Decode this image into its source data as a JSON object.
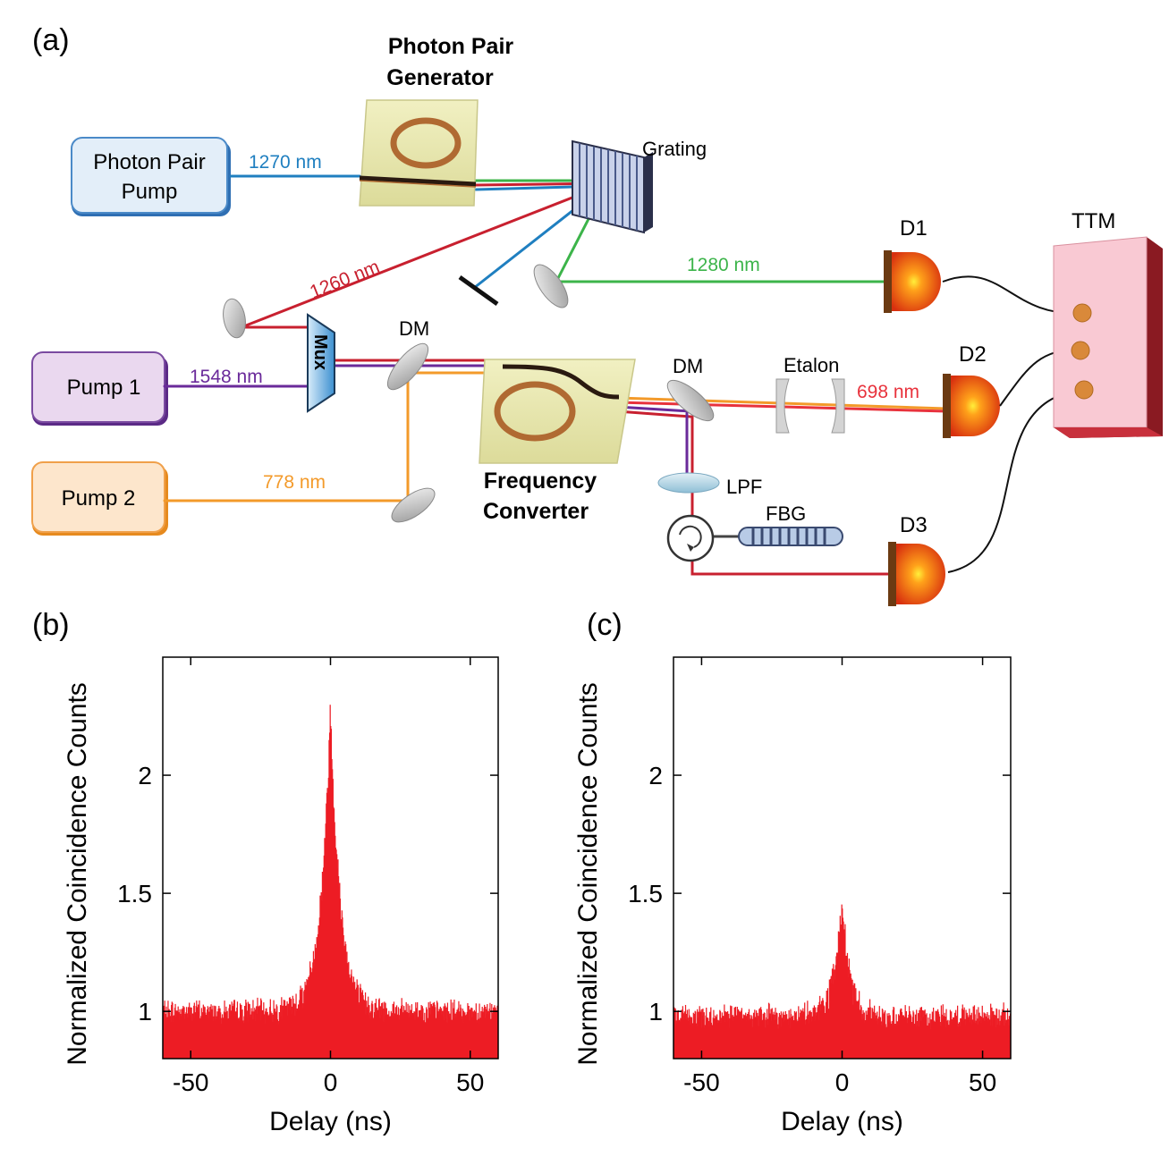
{
  "panel_labels": {
    "a": "(a)",
    "b": "(b)",
    "c": "(c)"
  },
  "diagram": {
    "photon_pair_generator": {
      "line1": "Photon Pair",
      "line2": "Generator"
    },
    "frequency_converter": {
      "line1": "Frequency",
      "line2": "Converter"
    },
    "photon_pair_pump": {
      "line1": "Photon Pair",
      "line2": "Pump"
    },
    "pump1": "Pump 1",
    "pump2": "Pump 2",
    "mux": "Mux",
    "grating": "Grating",
    "dm1": "DM",
    "dm2": "DM",
    "etalon": "Etalon",
    "lpf": "LPF",
    "fbg": "FBG",
    "ttm": "TTM",
    "d1": "D1",
    "d2": "D2",
    "d3": "D3",
    "wavelengths": {
      "w1270": "1270 nm",
      "w1260": "1260 nm",
      "w1280": "1280 nm",
      "w1548": "1548 nm",
      "w778": "778 nm",
      "w698": "698 nm"
    },
    "colors": {
      "blue": "#1f7fc0",
      "red": "#c8202f",
      "green": "#3cb44a",
      "purple": "#6a2a9a",
      "orange": "#f39a2a",
      "bright_red": "#e8323c"
    }
  },
  "chart_data": [
    {
      "type": "bar",
      "panel": "(b)",
      "xlabel": "Delay (ns)",
      "ylabel": "Normalized Coincidence Counts",
      "xlim": [
        -60,
        60
      ],
      "ylim": [
        0.8,
        2.5
      ],
      "xticks": [
        -50,
        0,
        50
      ],
      "xtick_labels": [
        "-50",
        "0",
        "50"
      ],
      "yticks": [
        1,
        1.5,
        2
      ],
      "ytick_labels": [
        "1",
        "1.5",
        "2"
      ],
      "baseline": 1.0,
      "peak_center": 0,
      "peak_value": 2.28,
      "peak_decay_ns": 3.5,
      "color": "#ed1c24"
    },
    {
      "type": "bar",
      "panel": "(c)",
      "xlabel": "Delay (ns)",
      "ylabel": "Normalized Coincidence Counts",
      "xlim": [
        -60,
        60
      ],
      "ylim": [
        0.8,
        2.5
      ],
      "xticks": [
        -50,
        0,
        50
      ],
      "xtick_labels": [
        "-50",
        "0",
        "50"
      ],
      "yticks": [
        1,
        1.5,
        2
      ],
      "ytick_labels": [
        "1",
        "1.5",
        "2"
      ],
      "baseline": 0.98,
      "peak_center": 0,
      "peak_value": 1.45,
      "peak_decay_ns": 2.8,
      "color": "#ed1c24"
    }
  ]
}
